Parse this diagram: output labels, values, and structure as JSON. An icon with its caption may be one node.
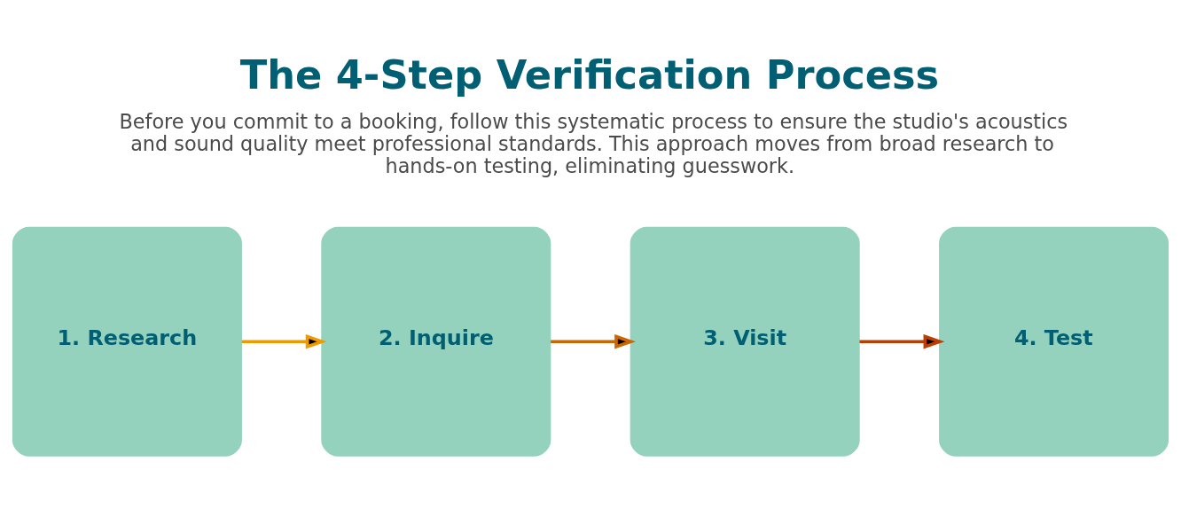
{
  "diagram": {
    "title": "The 4-Step Verification Process",
    "nodes": [
      {
        "text": [
          "1. Research"
        ]
      },
      {
        "text": [
          "2. Inquire"
        ]
      },
      {
        "text": [
          "3. Visit"
        ]
      },
      {
        "text": [
          "4. Test"
        ]
      }
    ],
    "edges": [
      {
        "from": 0,
        "to": 1,
        "arrow": "to",
        "color": "#ee9b00"
      },
      {
        "from": 1,
        "to": 2,
        "arrow": "to",
        "color": "#ca6702"
      },
      {
        "from": 2,
        "to": 3,
        "arrow": "to",
        "color": "#bb3e03"
      }
    ],
    "labels": [
      "Before you commit to a booking, follow this systematic process to ensure the studio's acoustics and sound quality meet professional standards. This approach moves from broad research to hands-on testing, eliminating guesswork."
    ]
  }
}
